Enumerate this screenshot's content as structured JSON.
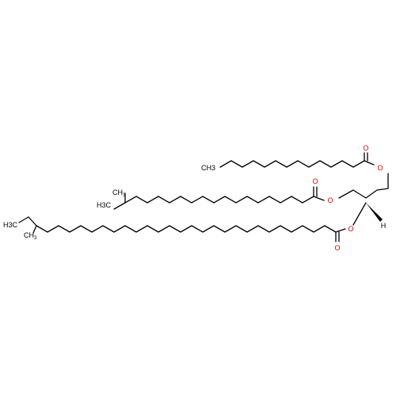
{
  "molecule": {
    "atom_labels": {
      "carbonyl_oxygen_1": "O",
      "ester_oxygen_1": "O",
      "terminal_methyl_1": "CH3",
      "carbonyl_oxygen_2": "O",
      "ester_oxygen_2": "O",
      "branch_methyl_2_main": "CH",
      "branch_methyl_2_sub": "3",
      "terminal_methyl_2": "H3C",
      "carbonyl_oxygen_3": "O",
      "ester_oxygen_3": "O",
      "branch_methyl_3_main": "CH",
      "branch_methyl_3_sub": "3",
      "terminal_methyl_3": "H3C",
      "stereo_hydrogen": "H"
    },
    "colors": {
      "carbon_bond": "#000000",
      "oxygen": "#e00000",
      "background": "#ffffff"
    }
  }
}
